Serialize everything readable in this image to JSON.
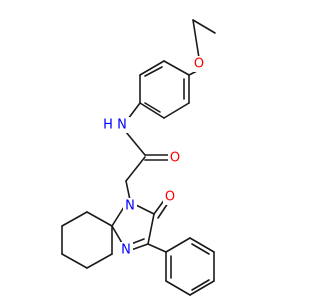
{
  "colors": {
    "background": "#ffffff",
    "bond": "#1a1a1a",
    "oxygen": "#ff0000",
    "nitrogen": "#0000ff"
  },
  "atoms": {
    "o_ether": "O",
    "n_amide": "N",
    "h_amide": "H",
    "o_amide": "O",
    "n_ring1": "N",
    "o_ring": "O",
    "n_ring2": "N"
  }
}
